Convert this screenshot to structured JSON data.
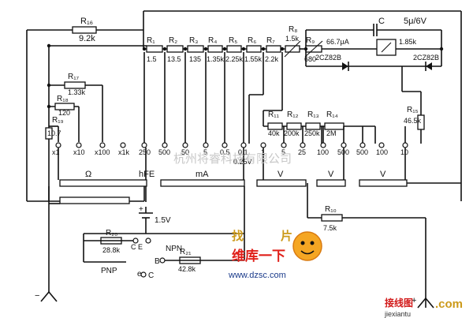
{
  "labels": {
    "r16": "R₁₆",
    "r16v": "9.2k",
    "r1": "R₁",
    "r1v": "1.5",
    "r2": "R₂",
    "r2v": "13.5",
    "r3": "R₃",
    "r3v": "135",
    "r4": "R₄",
    "r4v": "1.35k",
    "r5": "R₅",
    "r5v": "2.25k",
    "r6": "R₆",
    "r6v": "1.55k",
    "r7": "R₇",
    "r7v": "2.2k",
    "r8": "R₈",
    "r8v": "1.5k",
    "r9": "R₉",
    "r9v": "680",
    "c": "C",
    "cv": "5μ/6V",
    "meter": "66.7μA",
    "meterR": "1.85k",
    "d1": "2CZ82B",
    "d2": "2CZ82B",
    "r17": "R₁₇",
    "r17v": "1.33k",
    "r18": "R₁₈",
    "r18v": "120",
    "r19": "R₁₉",
    "r19v": "10.7",
    "r11": "R₁₁",
    "r11v": "40k",
    "r12": "R₁₂",
    "r12v": "200k",
    "r13": "R₁₃",
    "r13v": "250k",
    "r14": "R₁₄",
    "r14v": "2M",
    "r15": "R₁₅",
    "r15v": "46.5k",
    "x1": "x1",
    "x10": "x10",
    "x100": "x100",
    "x1k": "x1k",
    "t250": "250",
    "t500a": "500",
    "t50": "50",
    "t5": "5",
    "t05": "0.5",
    "t01": "0.1",
    "t025": "0.25V",
    "v1": "1",
    "v5": "5",
    "v25": "25",
    "v100": "100",
    "v500": "500",
    "v500b": "500",
    "v100b": "100",
    "v10": "10",
    "ohm": "Ω",
    "hfe": "hFE",
    "ma": "mA",
    "vdc": "V",
    "vdc2": "V",
    "vac": "V",
    "bat": "1.5V",
    "r10": "R₁₀",
    "r10v": "7.5k",
    "r20": "R₂₀",
    "r20v": "28.8k",
    "r21": "R₂₁",
    "r21v": "42.8k",
    "ce": "C  E",
    "npn": "NPN",
    "pnp": "PNP",
    "b": "B",
    "e": "e",
    "cc": "C",
    "minus": "−",
    "plus": "+",
    "batplus": "+"
  },
  "watermarks": {
    "company": "杭州将睿科技有限公司",
    "brand1": "维库一下",
    "site1": "www.dzsc.com",
    "brand2": "接线图",
    "site2": "jiexiantu",
    "site3": ".com"
  }
}
